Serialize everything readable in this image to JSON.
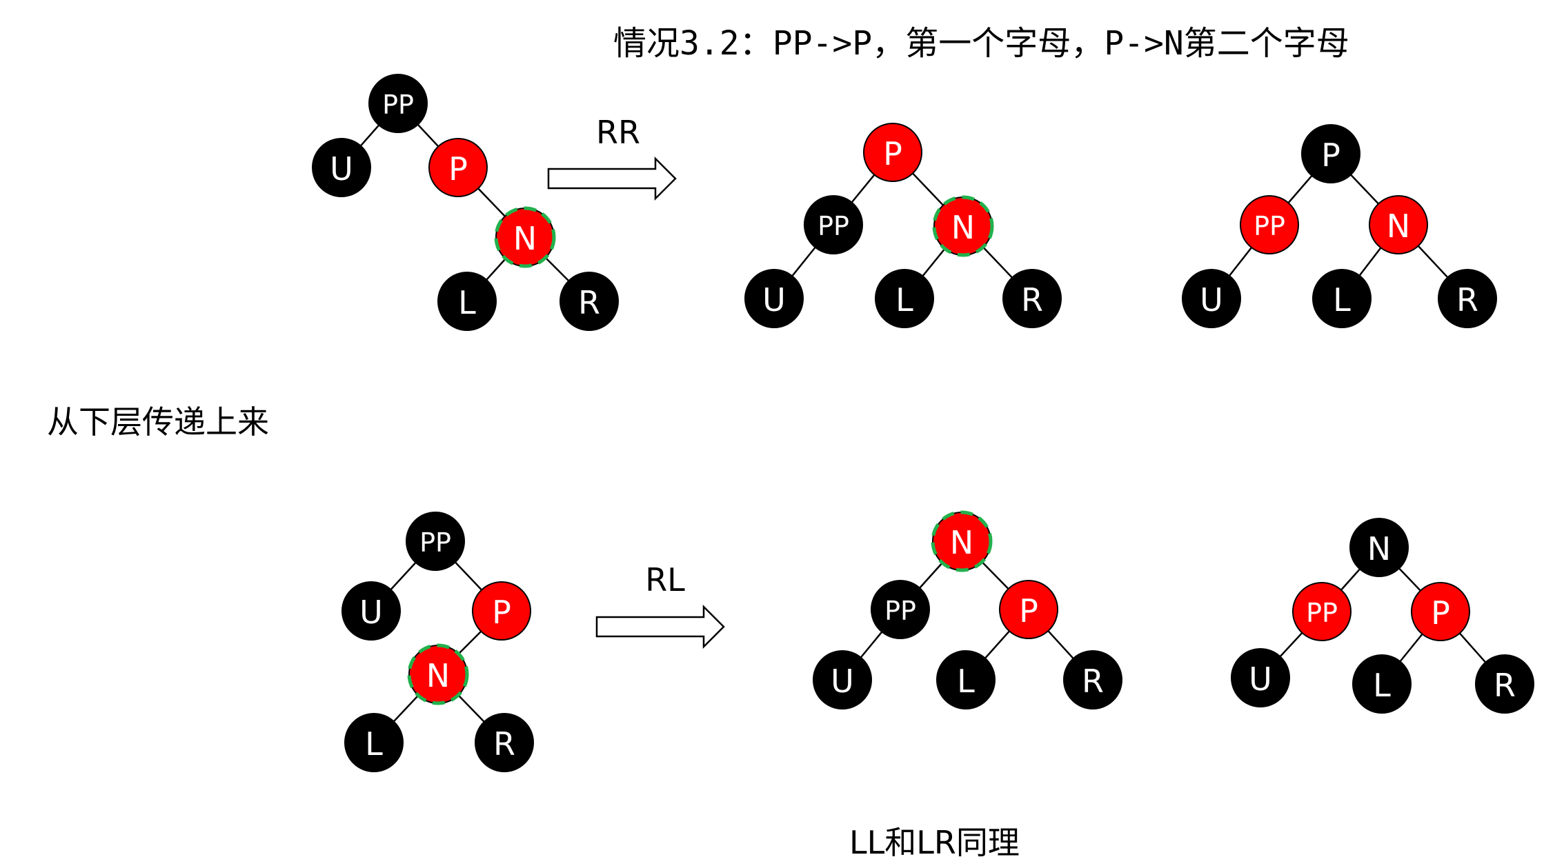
{
  "title": "情况3.2：PP->P，第一个字母，P->N第二个字母",
  "side_note": "从下层传递上来",
  "bottom_note": "LL和LR同理",
  "colors": {
    "red": "#ff0000",
    "black": "#000000",
    "highlight": "#22b14c",
    "node_text": "#ffffff",
    "edge": "#000000",
    "background": "#ffffff"
  },
  "rows": [
    {
      "arrow_label": "RR",
      "trees": [
        {
          "nodes": [
            {
              "label": "PP",
              "color": "black"
            },
            {
              "label": "U",
              "color": "black"
            },
            {
              "label": "P",
              "color": "red"
            },
            {
              "label": "N",
              "color": "red",
              "highlight": true
            },
            {
              "label": "L",
              "color": "black"
            },
            {
              "label": "R",
              "color": "black"
            }
          ],
          "edges": [
            [
              0,
              1
            ],
            [
              0,
              2
            ],
            [
              2,
              3
            ],
            [
              3,
              4
            ],
            [
              3,
              5
            ]
          ]
        },
        {
          "nodes": [
            {
              "label": "P",
              "color": "red"
            },
            {
              "label": "PP",
              "color": "black"
            },
            {
              "label": "N",
              "color": "red",
              "highlight": true
            },
            {
              "label": "U",
              "color": "black"
            },
            {
              "label": "L",
              "color": "black"
            },
            {
              "label": "R",
              "color": "black"
            }
          ],
          "edges": [
            [
              0,
              1
            ],
            [
              0,
              2
            ],
            [
              1,
              3
            ],
            [
              2,
              4
            ],
            [
              2,
              5
            ]
          ]
        },
        {
          "nodes": [
            {
              "label": "P",
              "color": "black"
            },
            {
              "label": "PP",
              "color": "red"
            },
            {
              "label": "N",
              "color": "red"
            },
            {
              "label": "U",
              "color": "black"
            },
            {
              "label": "L",
              "color": "black"
            },
            {
              "label": "R",
              "color": "black"
            }
          ],
          "edges": [
            [
              0,
              1
            ],
            [
              0,
              2
            ],
            [
              1,
              3
            ],
            [
              2,
              4
            ],
            [
              2,
              5
            ]
          ]
        }
      ]
    },
    {
      "arrow_label": "RL",
      "trees": [
        {
          "nodes": [
            {
              "label": "PP",
              "color": "black"
            },
            {
              "label": "U",
              "color": "black"
            },
            {
              "label": "P",
              "color": "red"
            },
            {
              "label": "N",
              "color": "red",
              "highlight": true
            },
            {
              "label": "L",
              "color": "black"
            },
            {
              "label": "R",
              "color": "black"
            }
          ],
          "edges": [
            [
              0,
              1
            ],
            [
              0,
              2
            ],
            [
              2,
              3
            ],
            [
              3,
              4
            ],
            [
              3,
              5
            ]
          ]
        },
        {
          "nodes": [
            {
              "label": "N",
              "color": "red",
              "highlight": true
            },
            {
              "label": "PP",
              "color": "black"
            },
            {
              "label": "P",
              "color": "red"
            },
            {
              "label": "U",
              "color": "black"
            },
            {
              "label": "L",
              "color": "black"
            },
            {
              "label": "R",
              "color": "black"
            }
          ],
          "edges": [
            [
              0,
              1
            ],
            [
              0,
              2
            ],
            [
              1,
              3
            ],
            [
              2,
              4
            ],
            [
              2,
              5
            ]
          ]
        },
        {
          "nodes": [
            {
              "label": "N",
              "color": "black"
            },
            {
              "label": "PP",
              "color": "red"
            },
            {
              "label": "P",
              "color": "red"
            },
            {
              "label": "U",
              "color": "black"
            },
            {
              "label": "L",
              "color": "black"
            },
            {
              "label": "R",
              "color": "black"
            }
          ],
          "edges": [
            [
              0,
              1
            ],
            [
              0,
              2
            ],
            [
              1,
              3
            ],
            [
              2,
              4
            ],
            [
              2,
              5
            ]
          ]
        }
      ]
    }
  ]
}
